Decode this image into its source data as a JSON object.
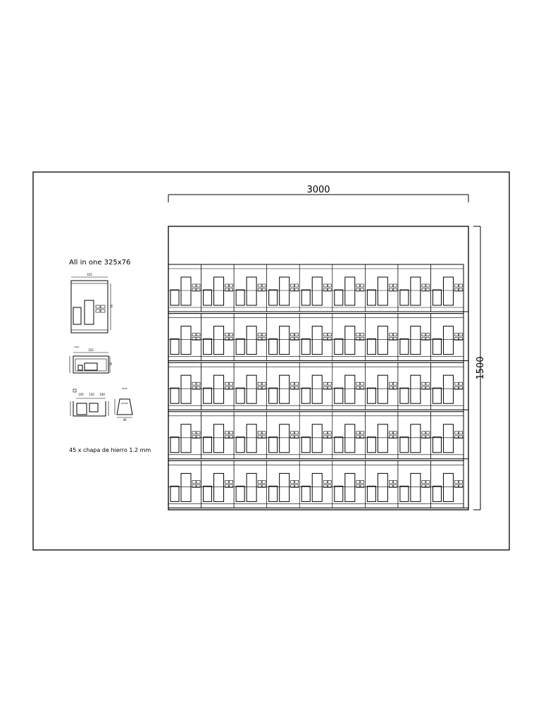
{
  "dimensions": {
    "width_label": "3000",
    "height_label": "1500"
  },
  "detail": {
    "title": "All in one 325x76",
    "dim_front": "325",
    "dim_top": "325",
    "dim_side_a": "76",
    "dim_side_b": "76",
    "section_dims": [
      "105",
      "120",
      "100"
    ],
    "profile_dim": "40",
    "view_label_top": "Vista",
    "view_label_side": "Perfil"
  },
  "note": "45 x chapa de hierro 1.2 mm",
  "sheet_grid": {
    "rows": 5,
    "columns": 9,
    "part_count": 45
  }
}
